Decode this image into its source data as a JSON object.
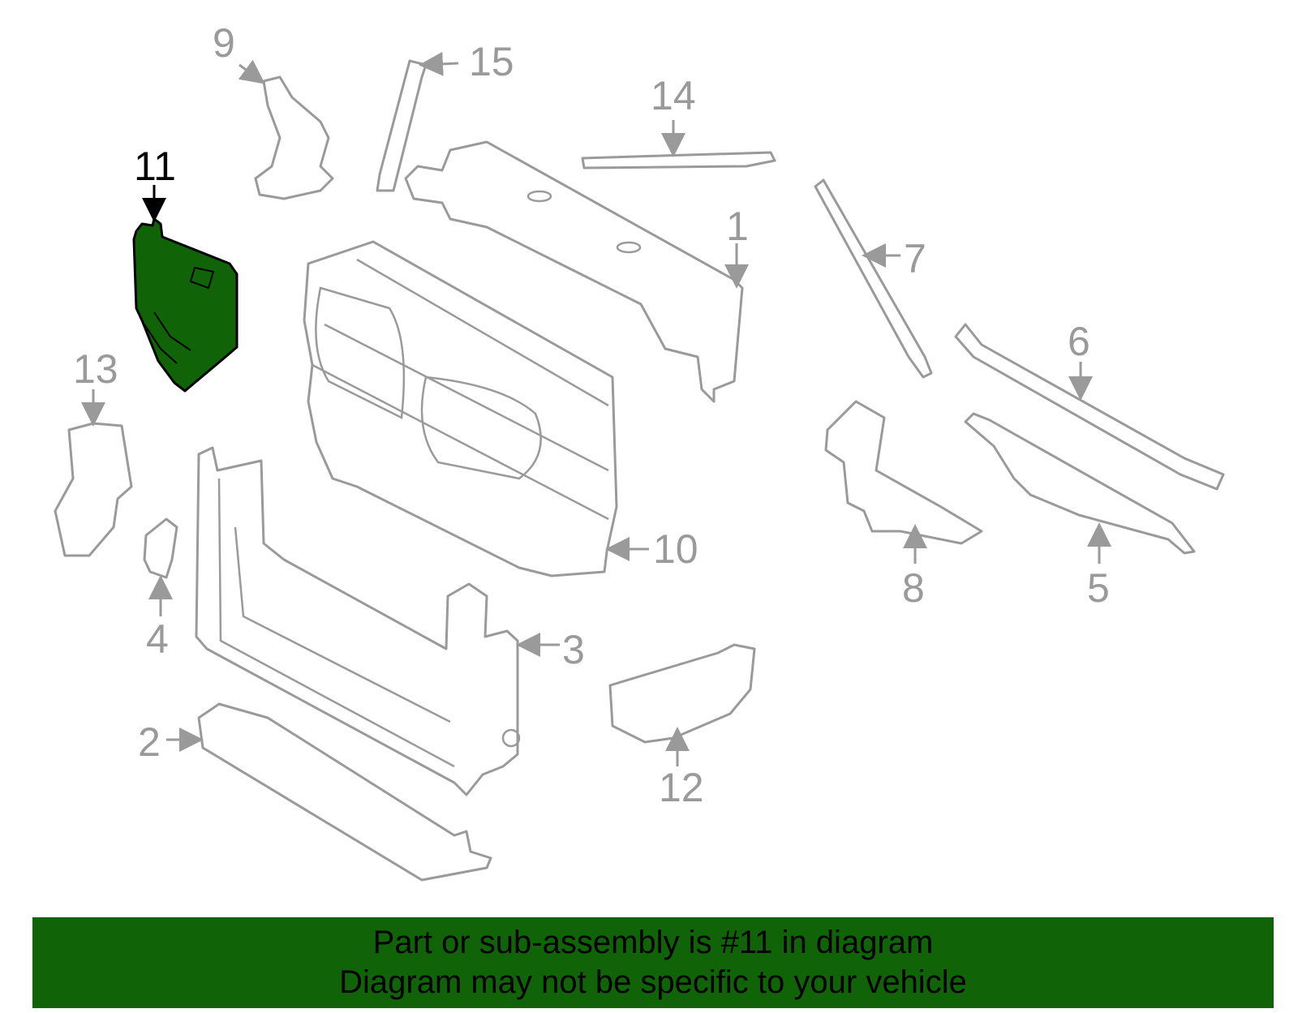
{
  "diagram": {
    "callouts": [
      "1",
      "2",
      "3",
      "4",
      "5",
      "6",
      "7",
      "8",
      "9",
      "10",
      "11",
      "12",
      "13",
      "14",
      "15"
    ],
    "selected_callout": "11",
    "highlight_color": "#116308",
    "line_color": "#9a9a9a"
  },
  "banner": {
    "line1": "Part or sub-assembly is #11 in diagram",
    "line2": "Diagram may not be specific to your vehicle"
  }
}
